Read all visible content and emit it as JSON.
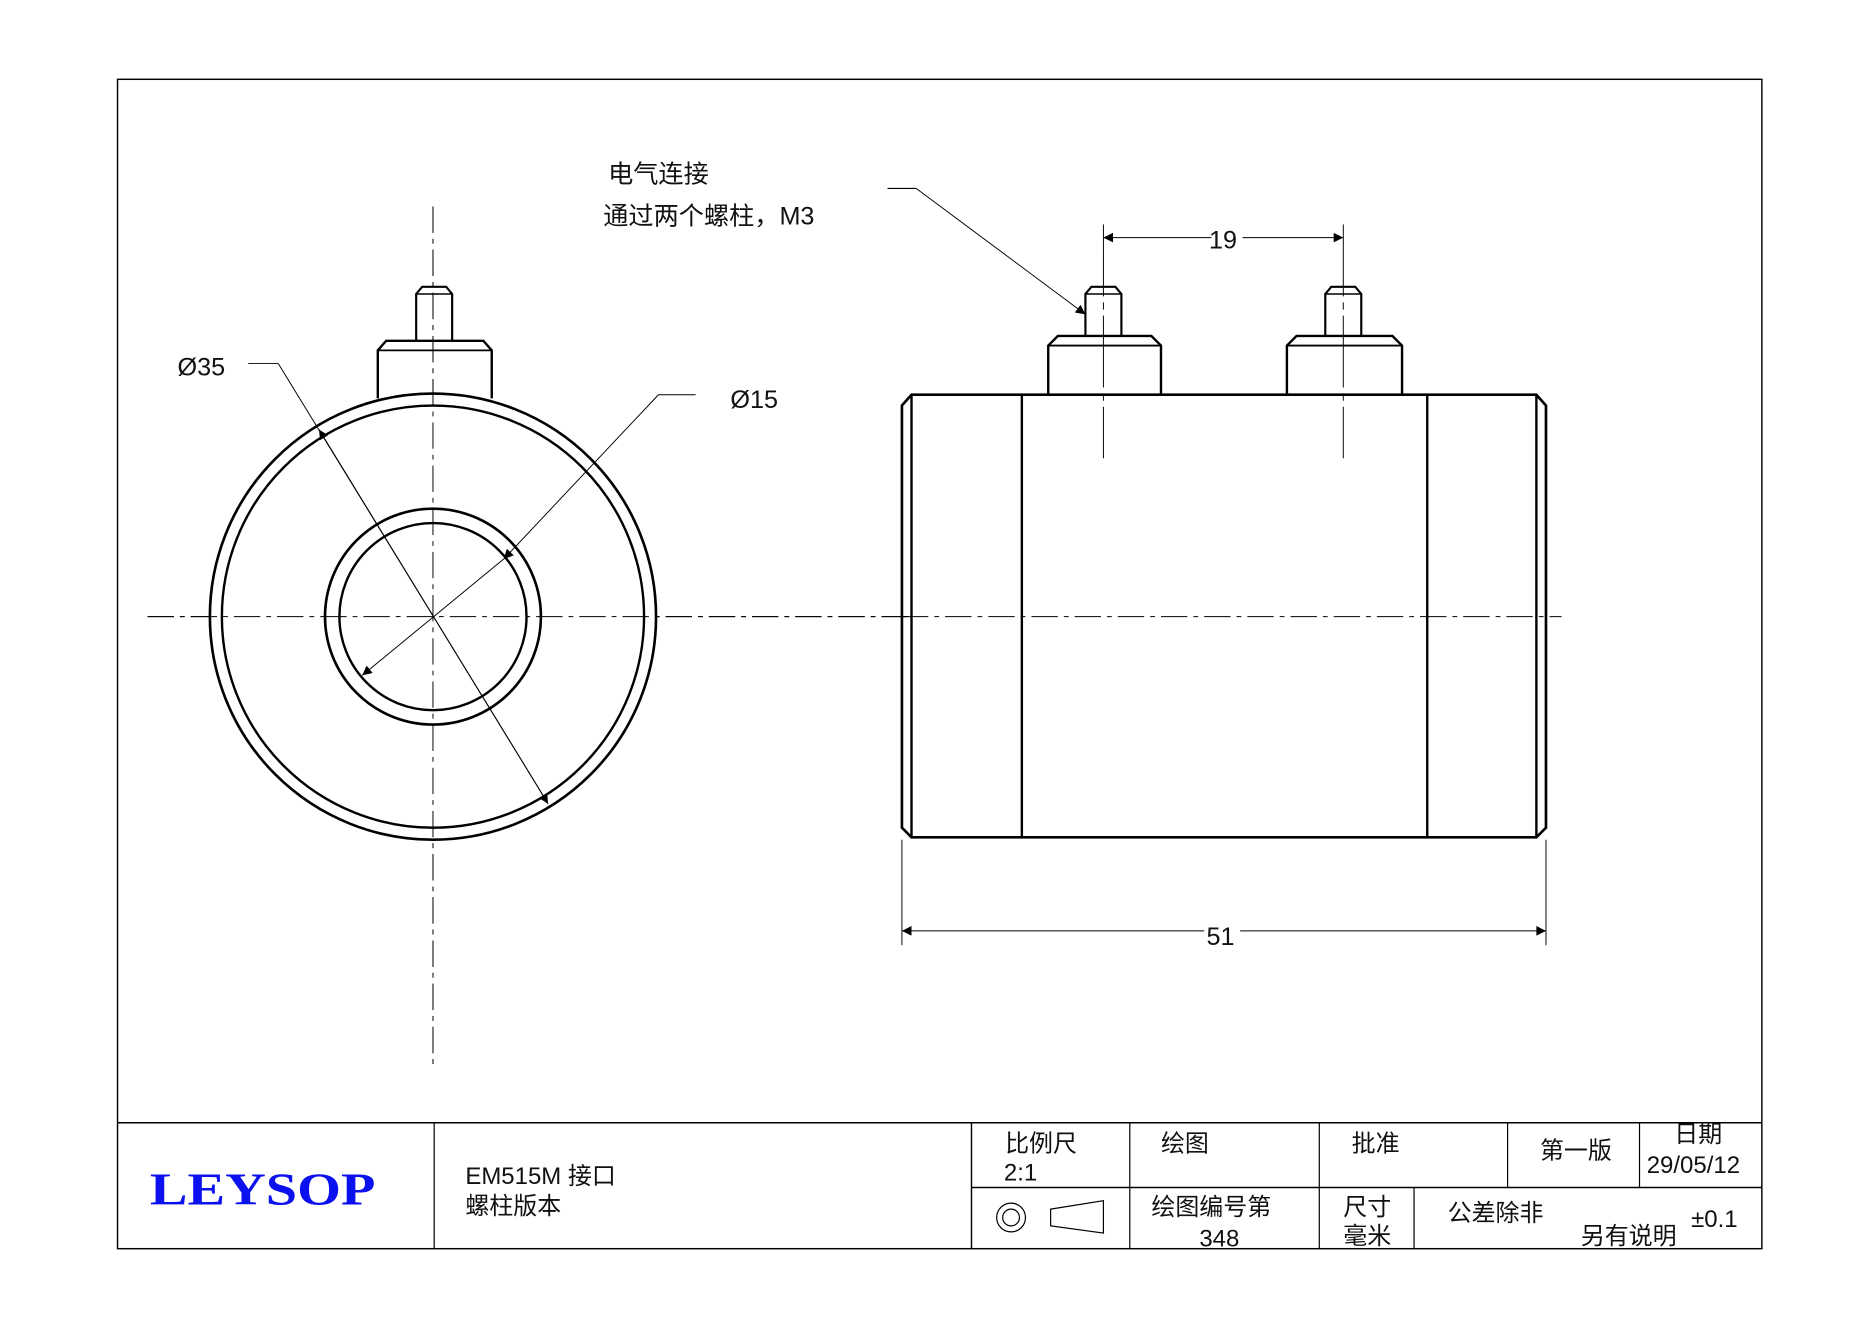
{
  "drawing": {
    "annotation": {
      "line1": "电气连接",
      "line2": "通过两个螺柱，M3"
    },
    "dimensions": {
      "outer_diameter": "Ø35",
      "inner_diameter": "Ø15",
      "stud_spacing": "19",
      "overall_length": "51"
    }
  },
  "title_block": {
    "logo": "LEYSOP",
    "description_line1": "EM515M 接口",
    "description_line2": "螺柱版本",
    "scale_label": "比例尺",
    "scale_value": "2:1",
    "drawn_label": "绘图",
    "approved_label": "批准",
    "revision": "第一版",
    "date_label": "日期",
    "date_value": "29/05/12",
    "drawing_no_label": "绘图编号第",
    "drawing_no_value": "348",
    "units_line1": "尺寸",
    "units_line2": "毫米",
    "tolerance_line1": "公差除非",
    "tolerance_line2": "另有说明",
    "tolerance_value": "±0.1",
    "projection_symbol": "first-angle-projection-icon"
  }
}
